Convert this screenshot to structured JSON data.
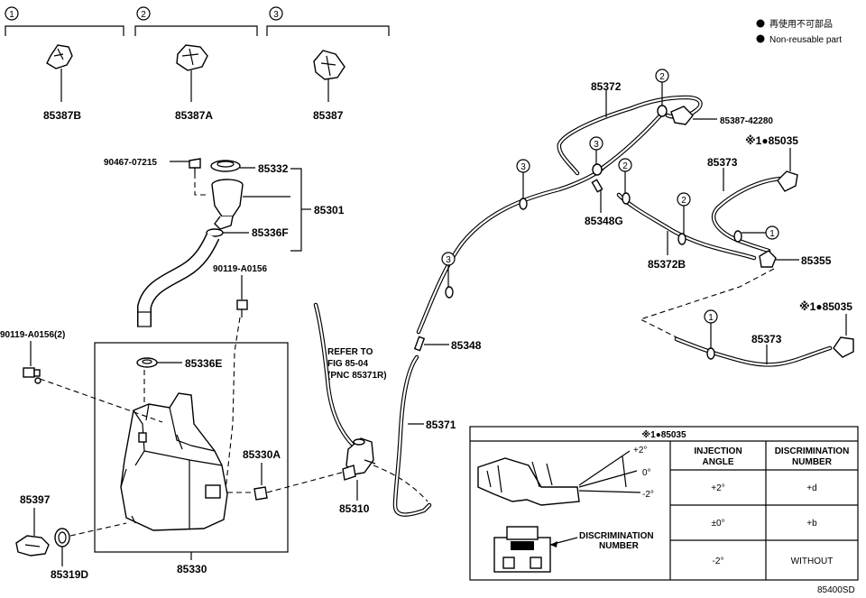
{
  "legend": {
    "jp": "再使用不可部品",
    "en": "Non-reusable part"
  },
  "groups": [
    {
      "num": "1",
      "part": "85387B"
    },
    {
      "num": "2",
      "part": "85387A"
    },
    {
      "num": "3",
      "part": "85387"
    }
  ],
  "labels": {
    "p90467": "90467-07215",
    "p85332": "85332",
    "p85301": "85301",
    "p85336F": "85336F",
    "p90119a": "90119-A0156",
    "p90119b": "90119-A0156(2)",
    "p85336E": "85336E",
    "p85330A": "85330A",
    "p85397": "85397",
    "p85319D": "85319D",
    "p85330": "85330",
    "p85310": "85310",
    "p85371": "85371",
    "p85348": "85348",
    "p85348G": "85348G",
    "p85372": "85372",
    "p85372B": "85372B",
    "p85373a": "85373",
    "p85373b": "85373",
    "p85355": "85355",
    "p85387_42280": "85387-42280",
    "p85035a": "※1●85035",
    "p85035b": "※1●85035",
    "refer1": "REFER TO",
    "refer2": "FIG 85-04",
    "refer3": "(PNC 85371R)"
  },
  "callouts": {
    "c1": "1",
    "c2": "2",
    "c3": "3"
  },
  "table": {
    "title": "※1●85035",
    "col1": [
      "INJECTION",
      "ANGLE"
    ],
    "col2": [
      "DISCRIMINATION",
      "NUMBER"
    ],
    "rows": [
      {
        "angle": "+2°",
        "num": "+d"
      },
      {
        "angle": "±0°",
        "num": "+b"
      },
      {
        "angle": "-2°",
        "num": "WITHOUT"
      }
    ],
    "disc1": "DISCRIMINATION",
    "disc2": "NUMBER",
    "ang_p2": "+2°",
    "ang_0": "0°",
    "ang_m2": "-2°"
  },
  "figure_id": "85400SD"
}
